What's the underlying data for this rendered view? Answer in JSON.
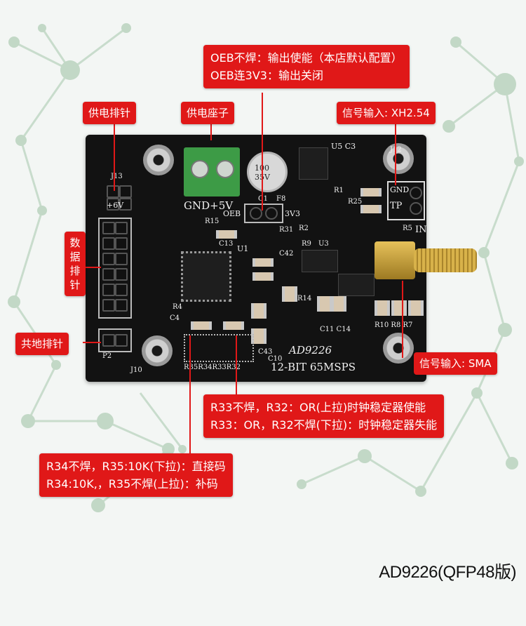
{
  "product_caption": "AD9226(QFP48版)",
  "board": {
    "chip_label": "AD9226",
    "spec_label": "12-BIT 65MSPS",
    "power_label": "GND+5V",
    "oeb_label": "OEB",
    "v33_label": "3V3",
    "gnd_label": "GND",
    "tp_label": "TP",
    "in_label": "IN",
    "j13": "J13",
    "plus5v": "+6V",
    "j10": "J10",
    "p2": "P2",
    "u1": "U1",
    "u5c3": "U5 C3",
    "j12": "J12",
    "cap_label": "100 35V",
    "c13": "C13",
    "r15": "R15",
    "r4": "R4",
    "c4": "C4",
    "r1": "R1",
    "r2": "R2",
    "r31": "R31",
    "r9": "R9",
    "u3": "U3",
    "r25": "R25",
    "r14": "R14",
    "c42": "C42",
    "c11c14": "C11 C14",
    "r10r8r7": "R10 R8 R7",
    "r35r34r33r32": "R35R34R33R32",
    "c10": "C10",
    "c43": "C43",
    "r5": "R5",
    "c1": "C1",
    "f8": "F8"
  },
  "callouts": {
    "oeb": [
      "OEB不焊：输出使能（本店默认配置）",
      "OEB连3V3：输出关闭"
    ],
    "power_header": "供电排针",
    "power_socket": "供电座子",
    "signal_xh": "信号输入: XH2.54",
    "data_header": "数据排针",
    "gnd_header": "共地排针",
    "signal_sma": "信号输入: SMA",
    "clock_note": [
      "R33不焊，R32：OR(上拉)时钟稳定器使能",
      "R33：OR，R32不焊(下拉)：时钟稳定器失能"
    ],
    "code_note": [
      "R34不焊，R35:10K(下拉)：直接码",
      "R34:10K,，R35不焊(上拉)：补码"
    ]
  },
  "colors": {
    "callout_red": "#e01818",
    "pcb_black": "#121212",
    "terminal_green": "#3d9b46",
    "sma_gold": "#c9a23a",
    "network_green": "#b9d3be"
  }
}
